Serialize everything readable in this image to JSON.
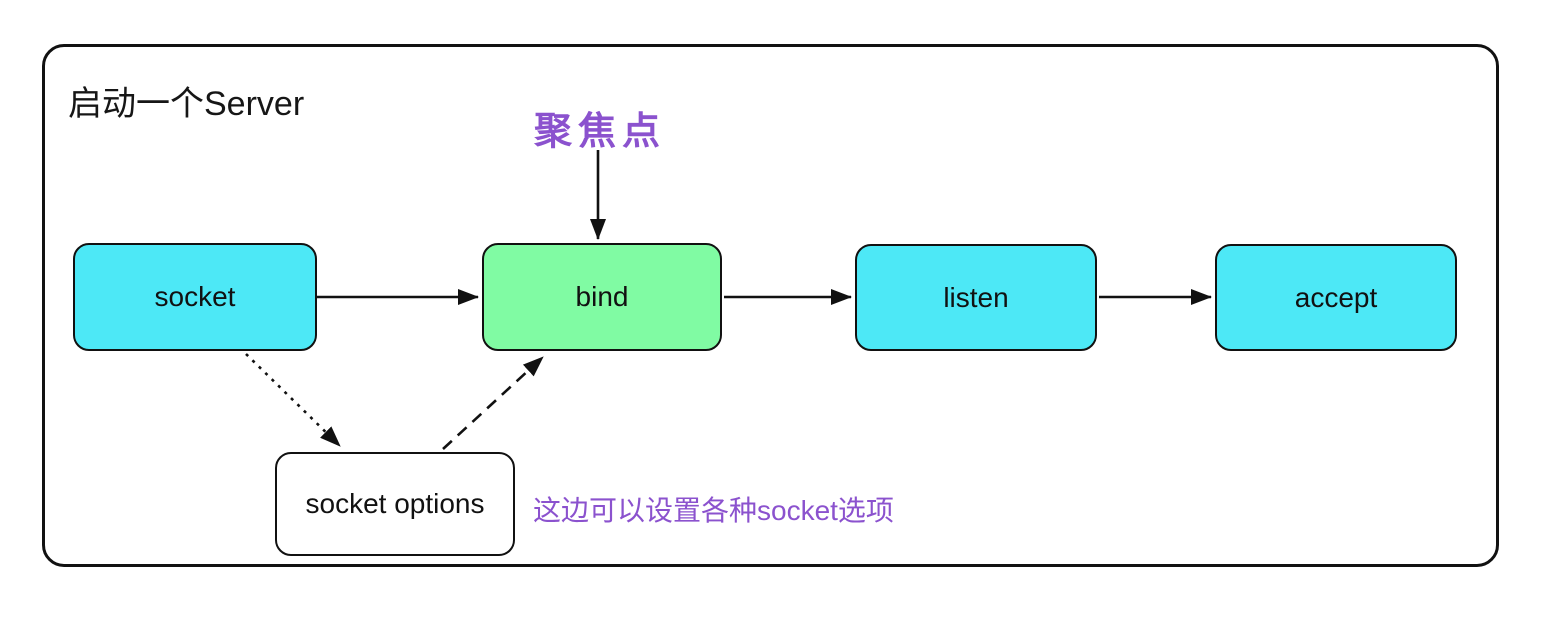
{
  "diagram": {
    "title": "启动一个Server",
    "annotations": {
      "focus_label": "聚焦点",
      "options_note": "这边可以设置各种socket选项"
    },
    "nodes": [
      {
        "id": "socket",
        "label": "socket",
        "fill": "#4DE8F6"
      },
      {
        "id": "bind",
        "label": "bind",
        "fill": "#80FBA3"
      },
      {
        "id": "listen",
        "label": "listen",
        "fill": "#4DE8F6"
      },
      {
        "id": "accept",
        "label": "accept",
        "fill": "#4DE8F6"
      },
      {
        "id": "socket-options",
        "label": "socket options",
        "fill": "#FFFFFF"
      }
    ],
    "edges": [
      {
        "from": "socket",
        "to": "bind",
        "style": "solid",
        "arrowhead": true
      },
      {
        "from": "bind",
        "to": "listen",
        "style": "solid",
        "arrowhead": true
      },
      {
        "from": "listen",
        "to": "accept",
        "style": "solid",
        "arrowhead": true
      },
      {
        "from": "focus-label",
        "to": "bind",
        "style": "solid",
        "arrowhead": true
      },
      {
        "from": "socket",
        "to": "socket-options",
        "style": "dotted",
        "arrowhead": true
      },
      {
        "from": "socket-options",
        "to": "bind",
        "style": "dashed",
        "arrowhead": true
      }
    ],
    "colors": {
      "node_cyan": "#4DE8F6",
      "node_green": "#80FBA3",
      "annotation_purple": "#8B52CE",
      "stroke_black": "#111111",
      "background": "#FFFFFF"
    }
  }
}
